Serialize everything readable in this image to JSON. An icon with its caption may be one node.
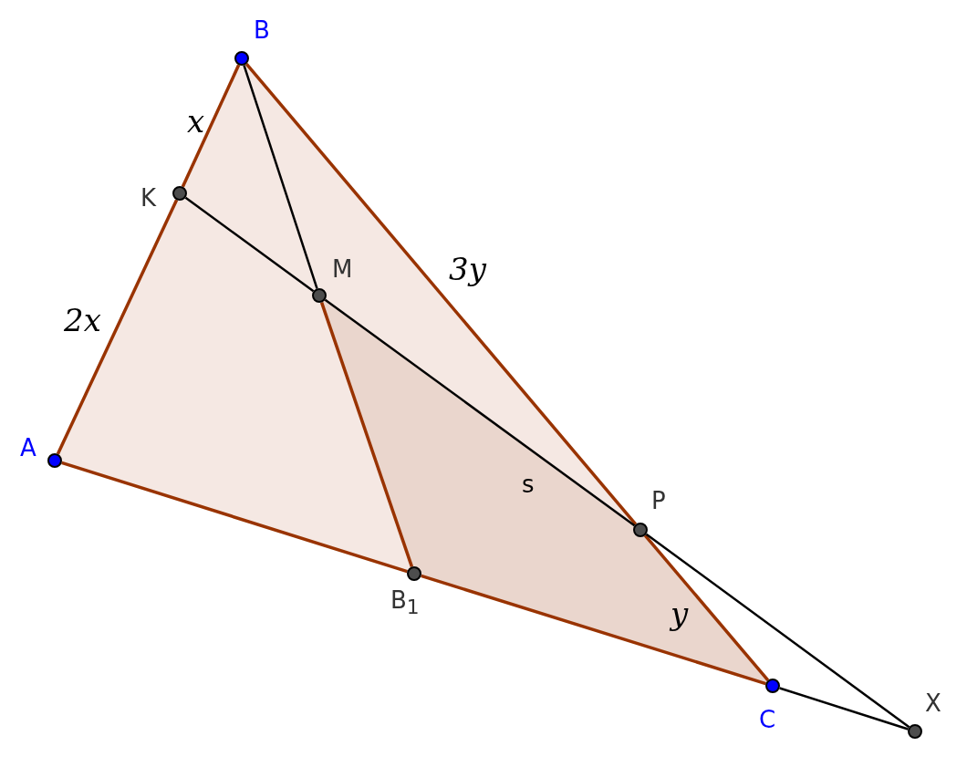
{
  "diagram": {
    "nodes": [
      {
        "text": [
          "A"
        ]
      },
      {
        "text": [
          "B"
        ]
      },
      {
        "text": [
          "C"
        ]
      },
      {
        "text": [
          "K"
        ]
      },
      {
        "text": [
          "M"
        ]
      },
      {
        "text": [
          "P"
        ]
      },
      {
        "text": [
          "B$_{1}$"
        ]
      },
      {
        "text": [
          "X"
        ]
      }
    ],
    "edges": [
      {
        "from": 0,
        "to": 3,
        "arrow": "none"
      },
      {
        "from": 3,
        "to": 1,
        "arrow": "none"
      },
      {
        "from": 1,
        "to": 5,
        "arrow": "none"
      },
      {
        "from": 5,
        "to": 2,
        "arrow": "none"
      },
      {
        "from": 0,
        "to": 6,
        "arrow": "none"
      },
      {
        "from": 6,
        "to": 2,
        "arrow": "none"
      },
      {
        "from": 4,
        "to": 6,
        "arrow": "none"
      },
      {
        "from": 1,
        "to": 4,
        "arrow": "none",
        "color": "#000000"
      },
      {
        "from": 3,
        "to": 4,
        "arrow": "none",
        "color": "#000000"
      },
      {
        "from": 4,
        "to": 5,
        "arrow": "none",
        "color": "#000000"
      },
      {
        "from": 5,
        "to": 7,
        "arrow": "none",
        "color": "#000000"
      },
      {
        "from": 2,
        "to": 7,
        "arrow": "none",
        "color": "#000000"
      }
    ],
    "labels": [
      "x",
      "3y",
      "2x",
      "s",
      "y"
    ]
  }
}
